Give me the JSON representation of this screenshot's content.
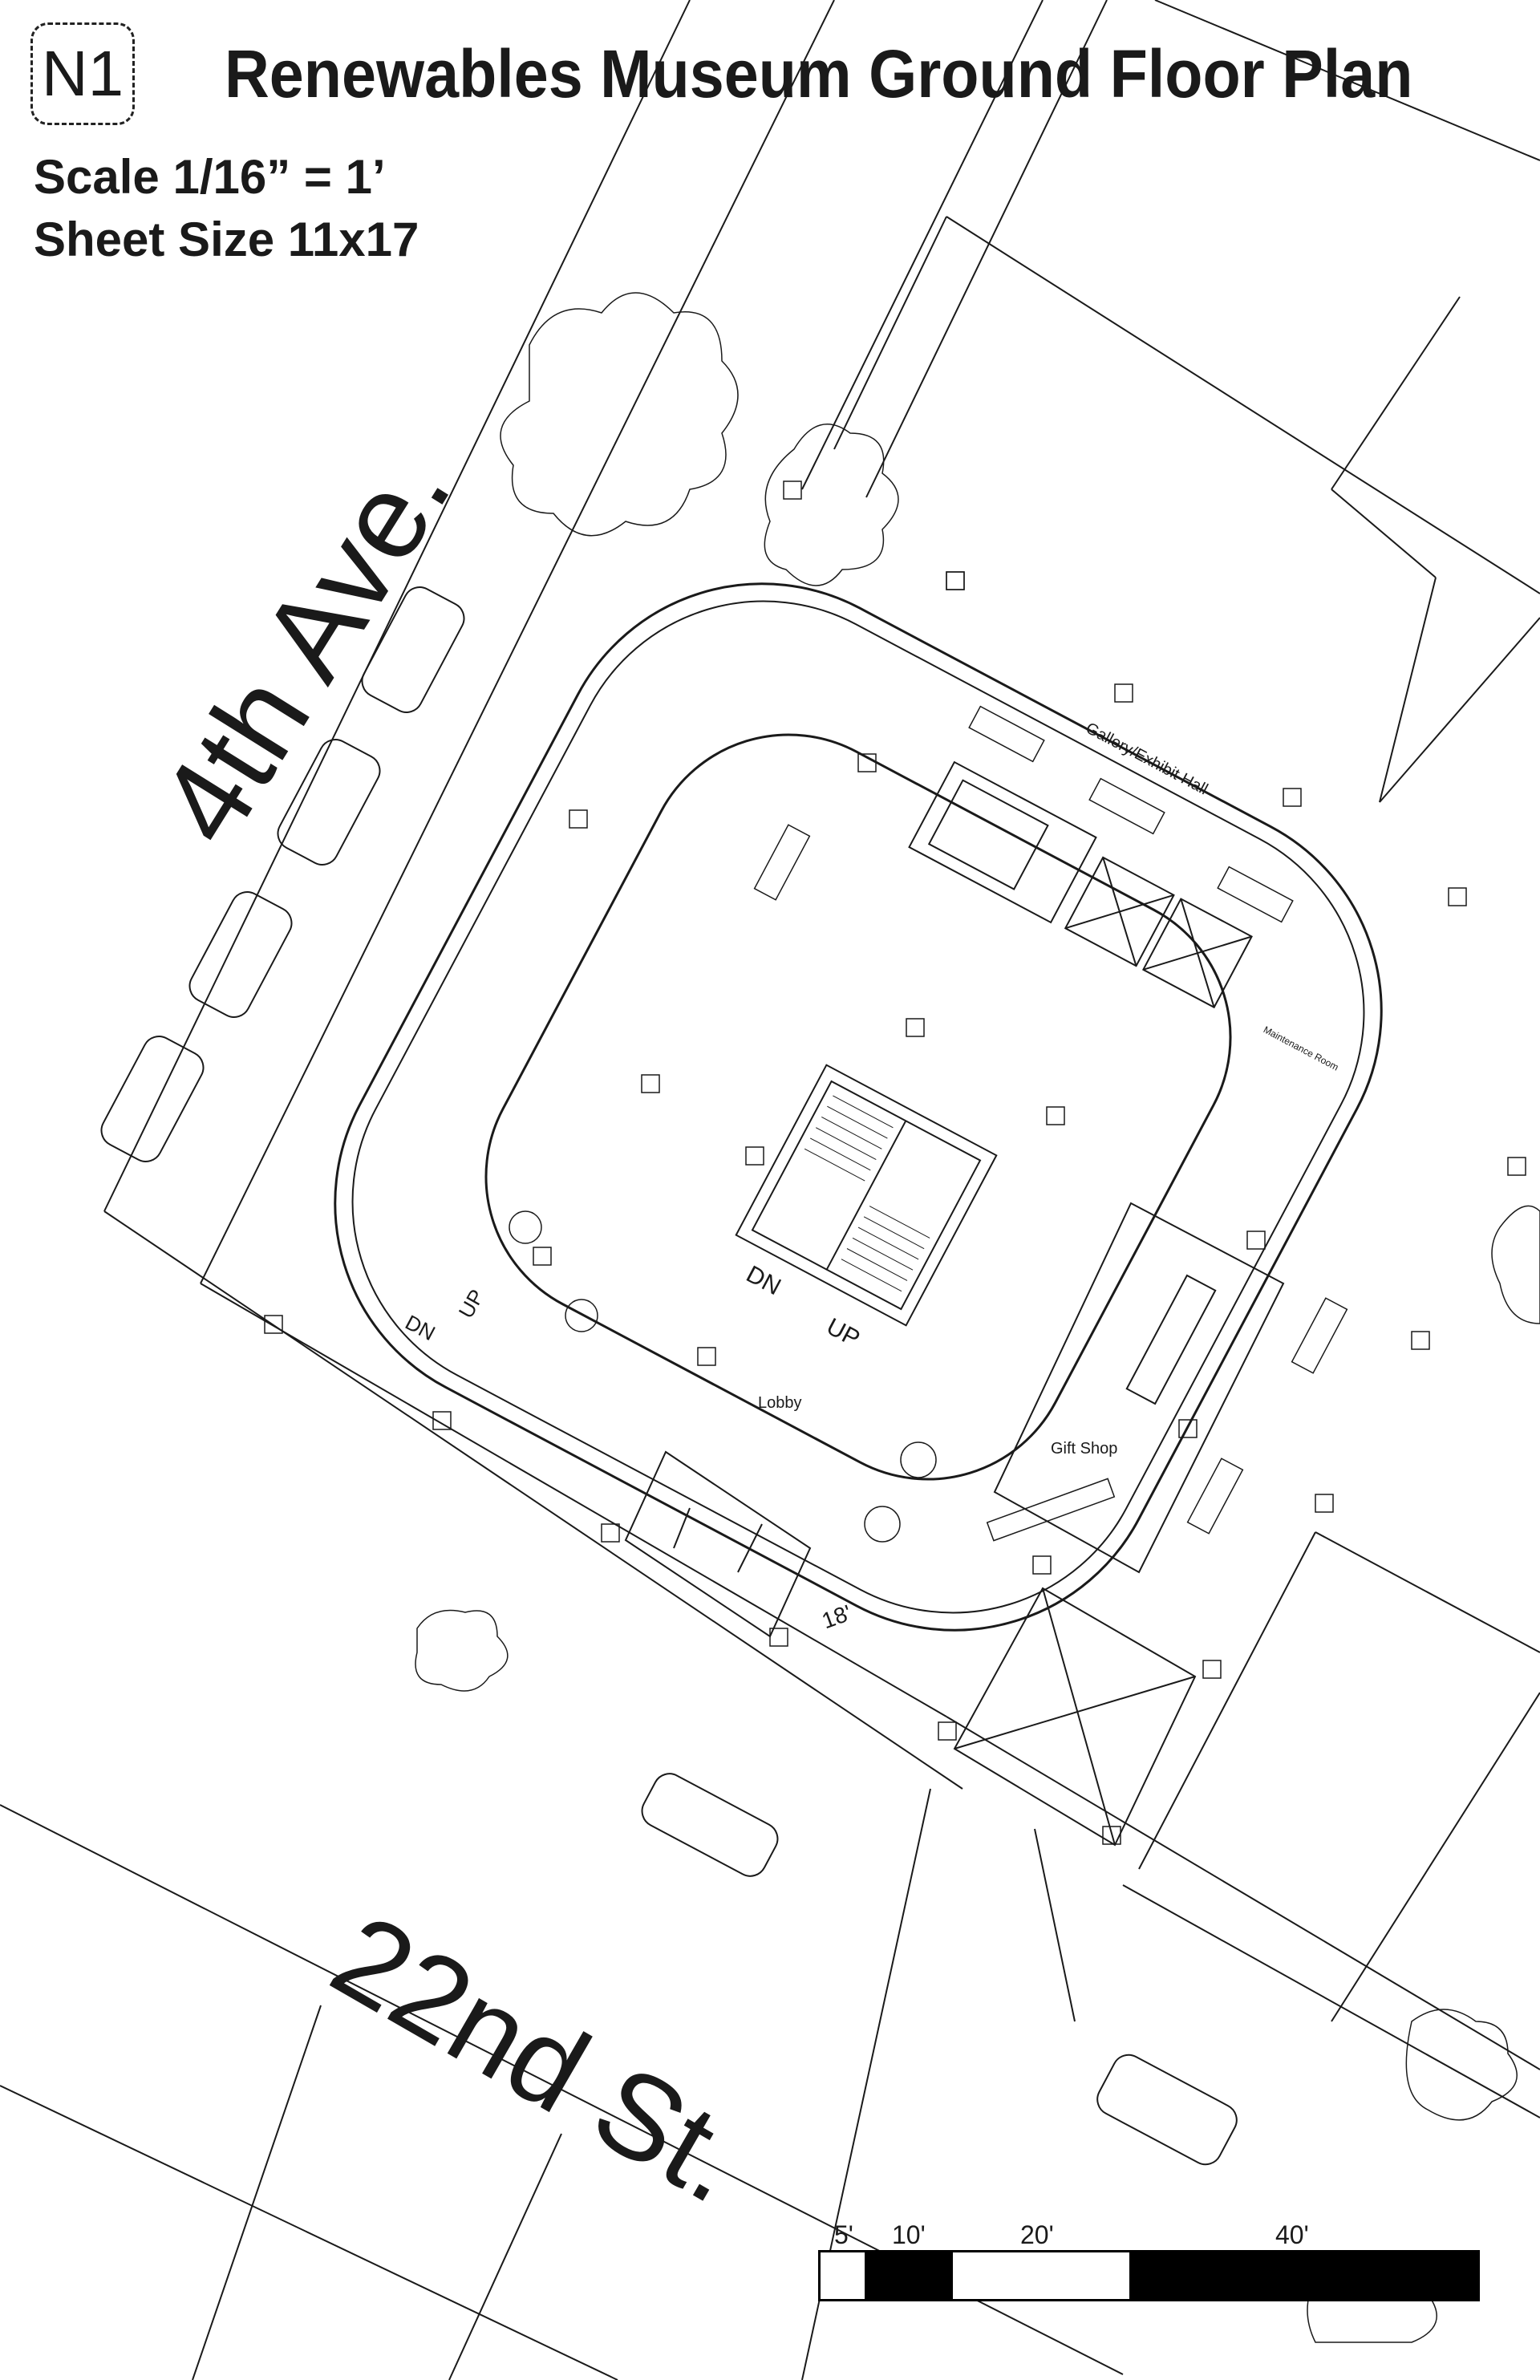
{
  "header": {
    "north_label": "N1",
    "title": "Renewables Museum Ground Floor Plan",
    "scale": "Scale 1/16” = 1’",
    "sheet_size": "Sheet Size 11x17"
  },
  "streets": {
    "avenue": "4th Ave.",
    "street": "22nd St."
  },
  "rooms": {
    "gallery": "Gallery/Exhibit Hall",
    "maintenance": "Maintenance Room",
    "lobby": "Lobby",
    "gift_shop": "Gift Shop",
    "stair_dn_left": "DN",
    "stair_up_left": "UP",
    "stair_dn_center": "DN",
    "stair_up_center": "UP",
    "ramp_dim": "18'"
  },
  "scale_bar": {
    "labels": [
      "5'",
      "10'",
      "20'",
      "40'"
    ]
  },
  "colors": {
    "line": "#1a1a1a",
    "background": "#ffffff",
    "fill_dark": "#000000"
  }
}
